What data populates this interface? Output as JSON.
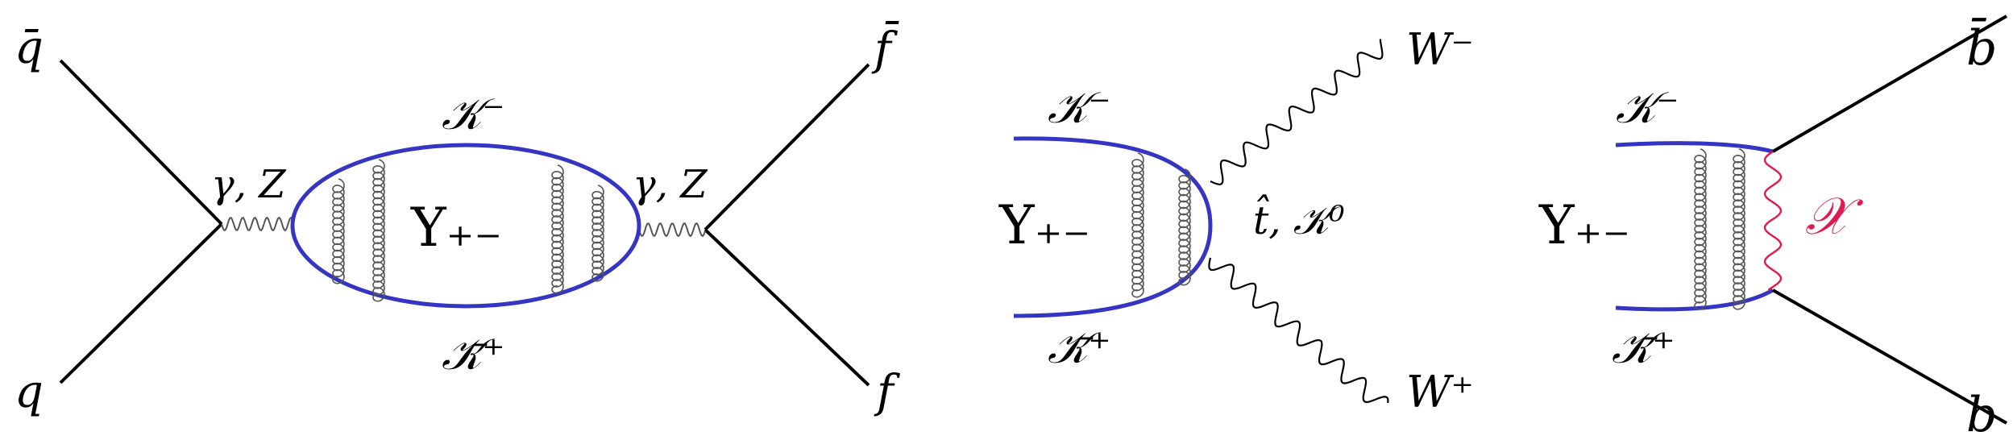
{
  "colors": {
    "fermion": "#000000",
    "bound_state": "#3535c4",
    "boson": "#555555",
    "mediator": "#e0194e"
  },
  "diagram1": {
    "q_bar": "q̄",
    "q": "q",
    "f_bar": "f̄",
    "f": "f",
    "gamma_z_left": "γ, Z",
    "gamma_z_right": "γ, Z",
    "k_minus": "𝒦⁻",
    "k_bar_plus": "𝒦̄⁺",
    "upsilon": "Υ₊₋"
  },
  "diagram2": {
    "k_minus": "𝒦⁻",
    "k_bar_plus": "𝒦̄⁺",
    "upsilon": "Υ₊₋",
    "w_minus": "W⁻",
    "w_plus": "W⁺",
    "vertex_label": "t̂, 𝒦⁰"
  },
  "diagram3": {
    "k_minus": "𝒦⁻",
    "k_bar_plus": "𝒦̄⁺",
    "upsilon": "Υ₊₋",
    "b_bar": "b̄",
    "b": "b",
    "chi": "𝒳"
  }
}
